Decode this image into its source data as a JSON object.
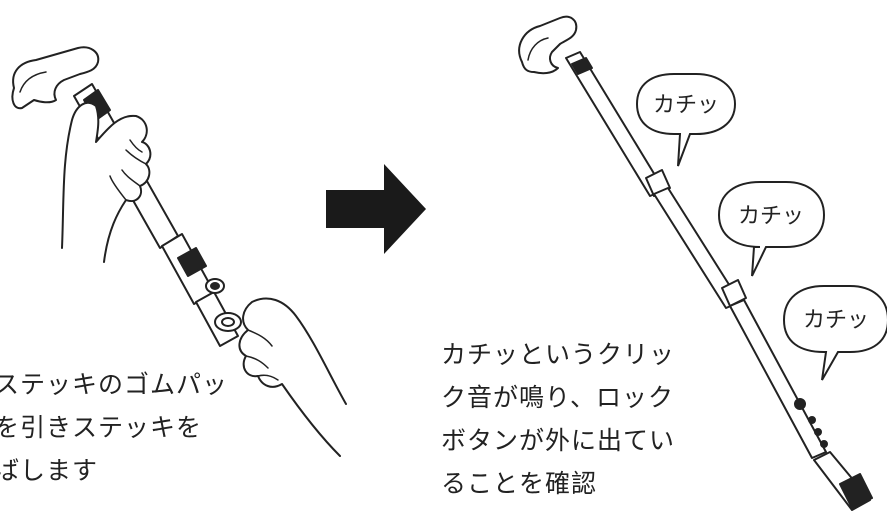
{
  "colors": {
    "ink": "#222222",
    "arrow": "#1a1a1a",
    "background": "#ffffff"
  },
  "icons": {
    "arrow": "right-arrow-icon",
    "left_figure": "hands-pulling-cane-illustration",
    "right_figure": "extended-cane-illustration"
  },
  "left_caption": {
    "lines": [
      "ステッキのゴムパッ",
      "を引きステッキを",
      "ばします"
    ]
  },
  "right_caption": {
    "lines": [
      "カチッというクリッ",
      "ク音が鳴り、ロック",
      "ボタンが外に出てい",
      "ることを確認"
    ]
  },
  "bubbles": [
    {
      "text": "カチッ"
    },
    {
      "text": "カチッ"
    },
    {
      "text": "カチッ"
    }
  ]
}
